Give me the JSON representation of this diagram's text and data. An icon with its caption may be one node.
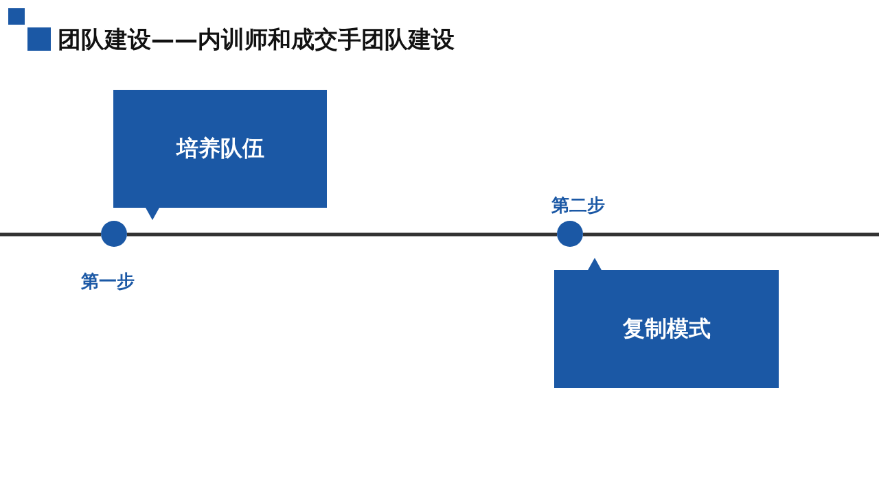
{
  "diagram": {
    "title": "团队建设——内训师和成交手团队建设",
    "nodes": [
      {
        "text": [
          "培养队伍"
        ]
      },
      {
        "text": [],
        "shape": "circle",
        "beside": [
          "第一步"
        ]
      },
      {
        "text": [],
        "shape": "circle",
        "beside": [
          "第二步"
        ]
      },
      {
        "text": [
          "复制模式"
        ]
      }
    ],
    "edges": [
      {
        "from": null,
        "to": 1,
        "arrow": "none"
      },
      {
        "from": 1,
        "to": 2,
        "arrow": "none"
      },
      {
        "from": 2,
        "to": null,
        "arrow": "none"
      }
    ]
  }
}
